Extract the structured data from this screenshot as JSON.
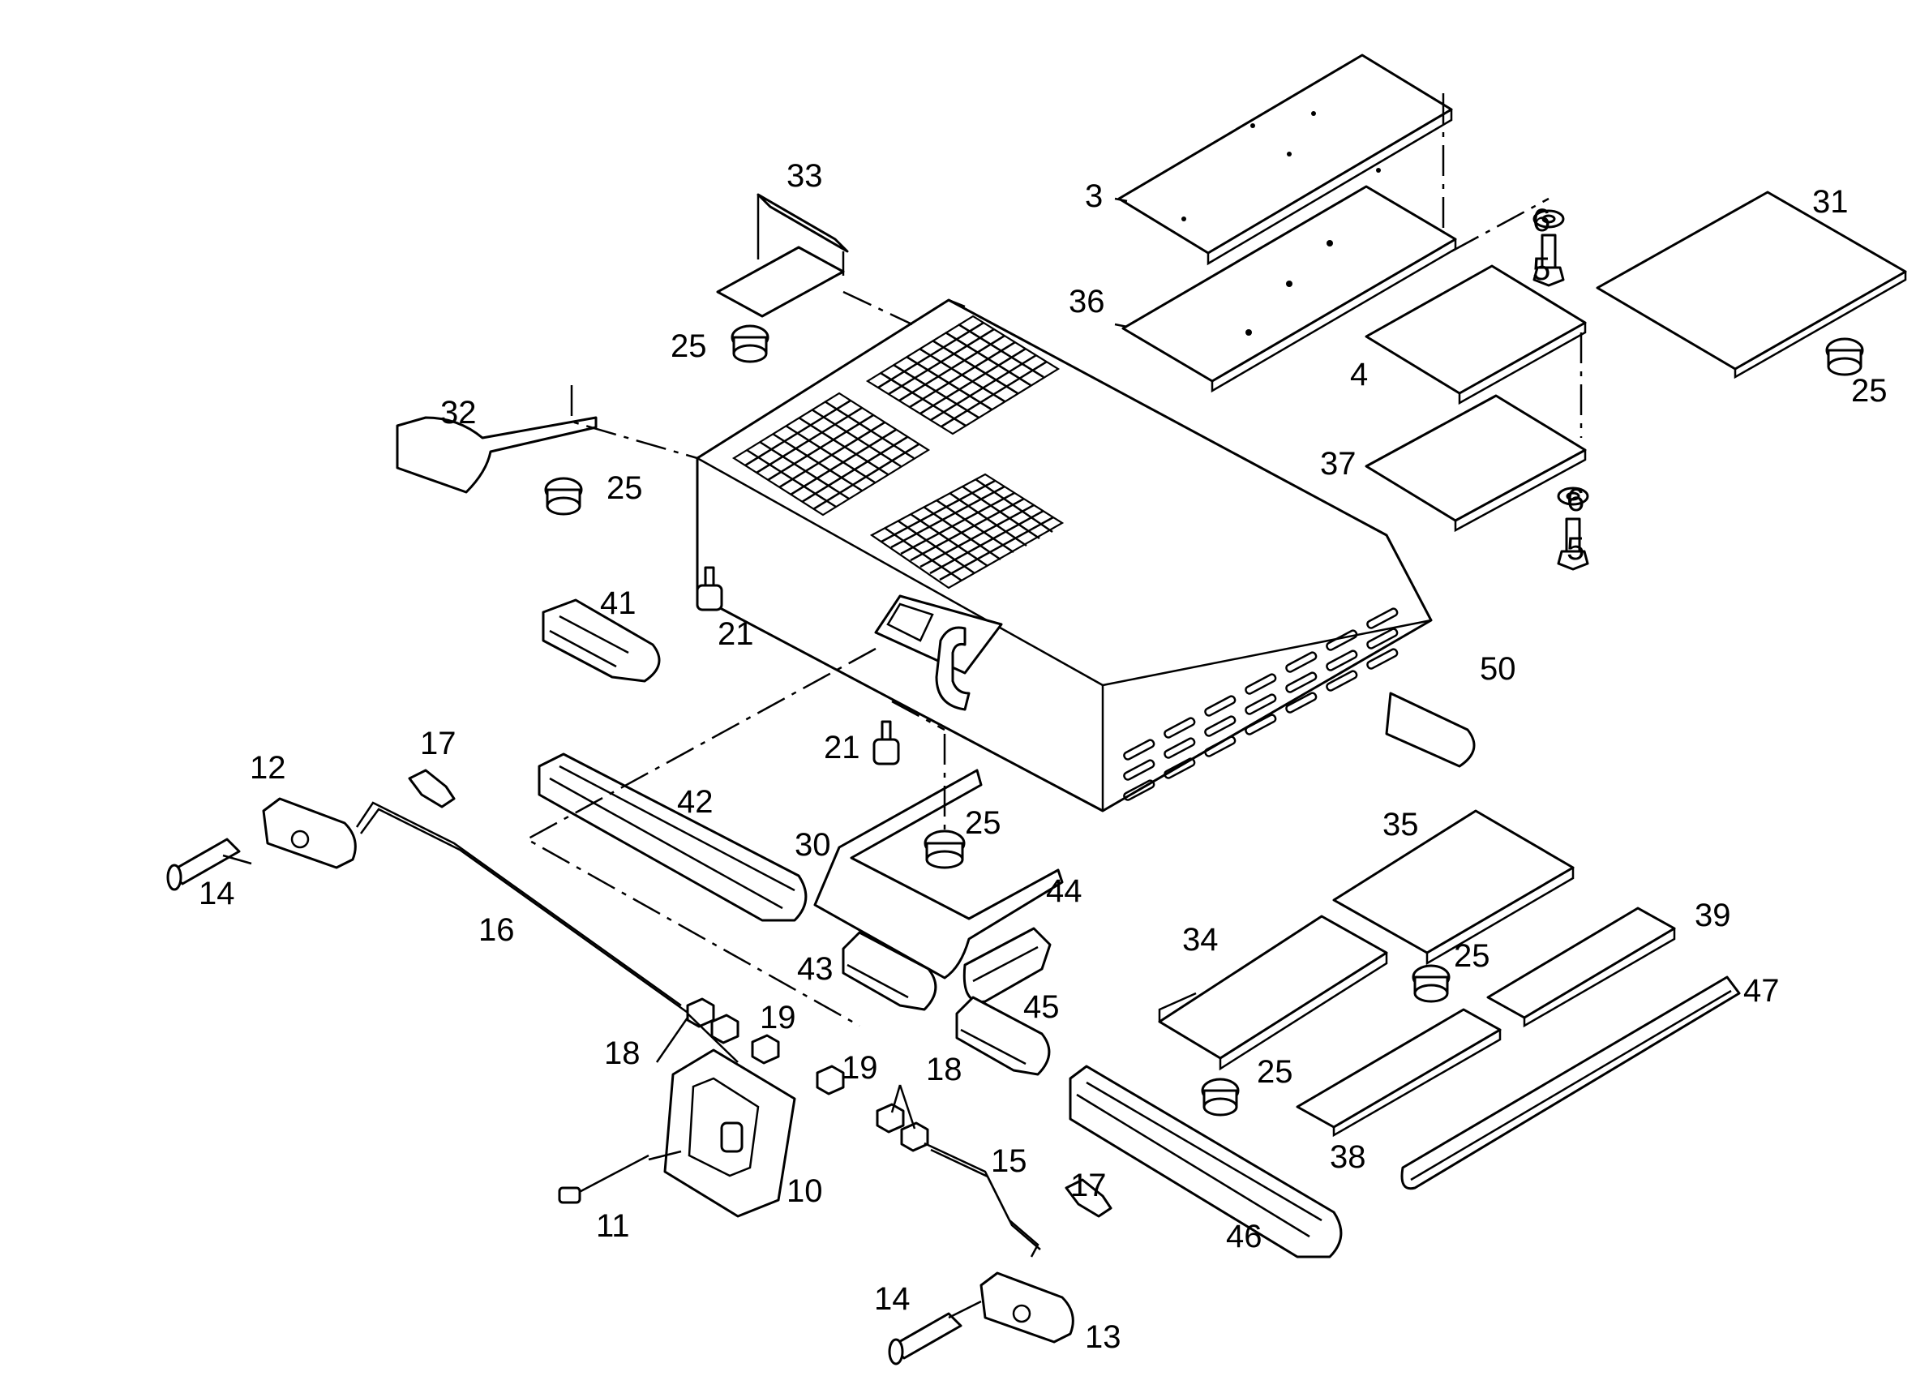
{
  "diagram": {
    "colors": {
      "line": "#000000",
      "background": "#ffffff"
    },
    "callouts": {
      "c3": "3",
      "c4": "4",
      "c5a": "5",
      "c5b": "5",
      "c6a": "6",
      "c6b": "6",
      "c10": "10",
      "c11": "11",
      "c12": "12",
      "c13": "13",
      "c14a": "14",
      "c14b": "14",
      "c15": "15",
      "c16": "16",
      "c17a": "17",
      "c17b": "17",
      "c18a": "18",
      "c18b": "18",
      "c19a": "19",
      "c19b": "19",
      "c21a": "21",
      "c21b": "21",
      "c25a": "25",
      "c25b": "25",
      "c25c": "25",
      "c25d": "25",
      "c25e": "25",
      "c25f": "25",
      "c30": "30",
      "c31": "31",
      "c32": "32",
      "c33": "33",
      "c34": "34",
      "c35": "35",
      "c36": "36",
      "c37": "37",
      "c38": "38",
      "c39": "39",
      "c41": "41",
      "c42": "42",
      "c43": "43",
      "c44": "44",
      "c45": "45",
      "c46": "46",
      "c47": "47",
      "c50": "50"
    }
  }
}
